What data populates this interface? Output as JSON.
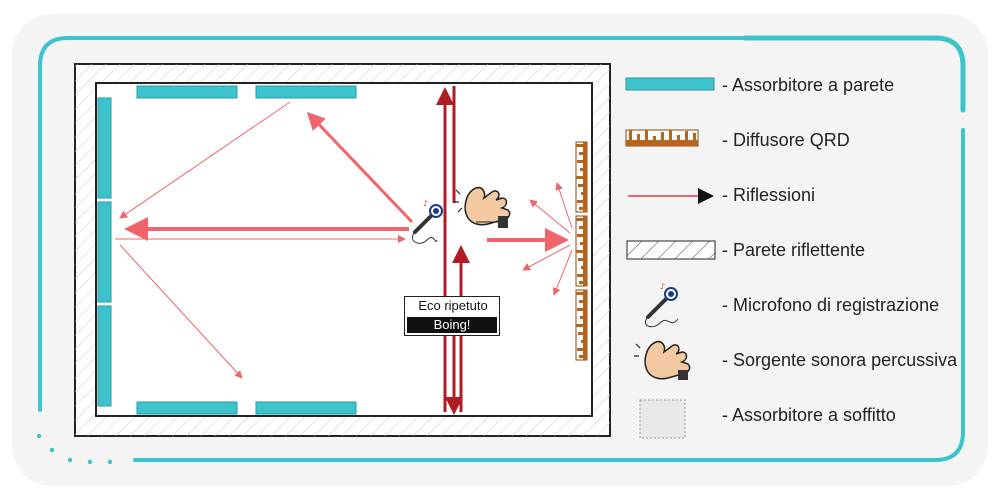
{
  "legend": {
    "wall_absorber": "- Assorbitore a parete",
    "qrd_diffuser": "- Diffusore QRD",
    "reflections": "- Riflessioni",
    "reflective_wall": "- Parete riflettente",
    "recording_mic": "- Microfono di registrazione",
    "percussive_source": "- Sorgente sonora percussiva",
    "ceiling_absorber": "- Assorbitore a soffitto"
  },
  "echo": {
    "title": "Eco ripetuto",
    "sound": "Boing!"
  },
  "colors": {
    "frame": "#3cc3cb",
    "absorber": "#3cc3cb",
    "diffuser": "#b5651d",
    "reflection": "#f0646a",
    "flutter": "#b01c22",
    "ceiling_absorber": "#e9e9e9",
    "card": "#f4f4f4"
  },
  "icons": {
    "mic": "microphone-icon",
    "clap": "clapping-hands-icon"
  }
}
